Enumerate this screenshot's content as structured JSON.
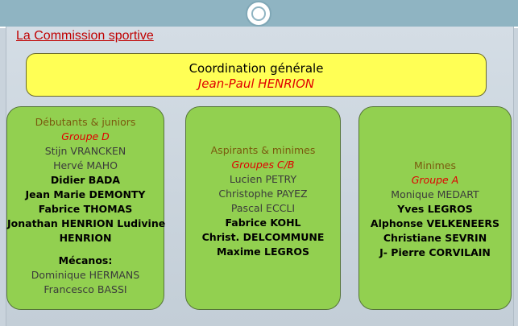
{
  "slide": {
    "title": "La Commission sportive"
  },
  "coordination": {
    "label": "Coordination générale",
    "name": "Jean-Paul HENRION"
  },
  "teams": [
    {
      "category": "Débutants & juniors",
      "group": "Groupe D",
      "members_regular": [
        "Stijn VRANCKEN",
        "Hervé MAHO"
      ],
      "members_bold": [
        "Didier BADA",
        "Jean Marie DEMONTY",
        "Fabrice THOMAS",
        "Jonathan HENRION Ludivine",
        "HENRION"
      ],
      "mechanics_label": "Mécanos:",
      "mechanics": [
        "Dominique HERMANS",
        "Francesco BASSI"
      ]
    },
    {
      "category": "Aspirants & minimes",
      "group": "Groupes C/B",
      "members_regular": [
        "Lucien PETRY",
        "Christophe PAYEZ",
        "Pascal ECCLI"
      ],
      "members_bold": [
        "Fabrice KOHL",
        "Christ. DELCOMMUNE",
        "Maxime LEGROS"
      ]
    },
    {
      "category": "Minimes",
      "group": "Groupe A",
      "members_regular": [
        "Monique MEDART"
      ],
      "members_bold": [
        "Yves LEGROS",
        "Alphonse VELKENEERS",
        "Christiane SEVRIN",
        "J- Pierre CORVILAIN"
      ]
    }
  ],
  "colors": {
    "title": "#c00000",
    "coordination_box": "#ffff55",
    "team_box": "#92d050",
    "group_text": "#e00000",
    "category_text": "#7a5a0e"
  }
}
